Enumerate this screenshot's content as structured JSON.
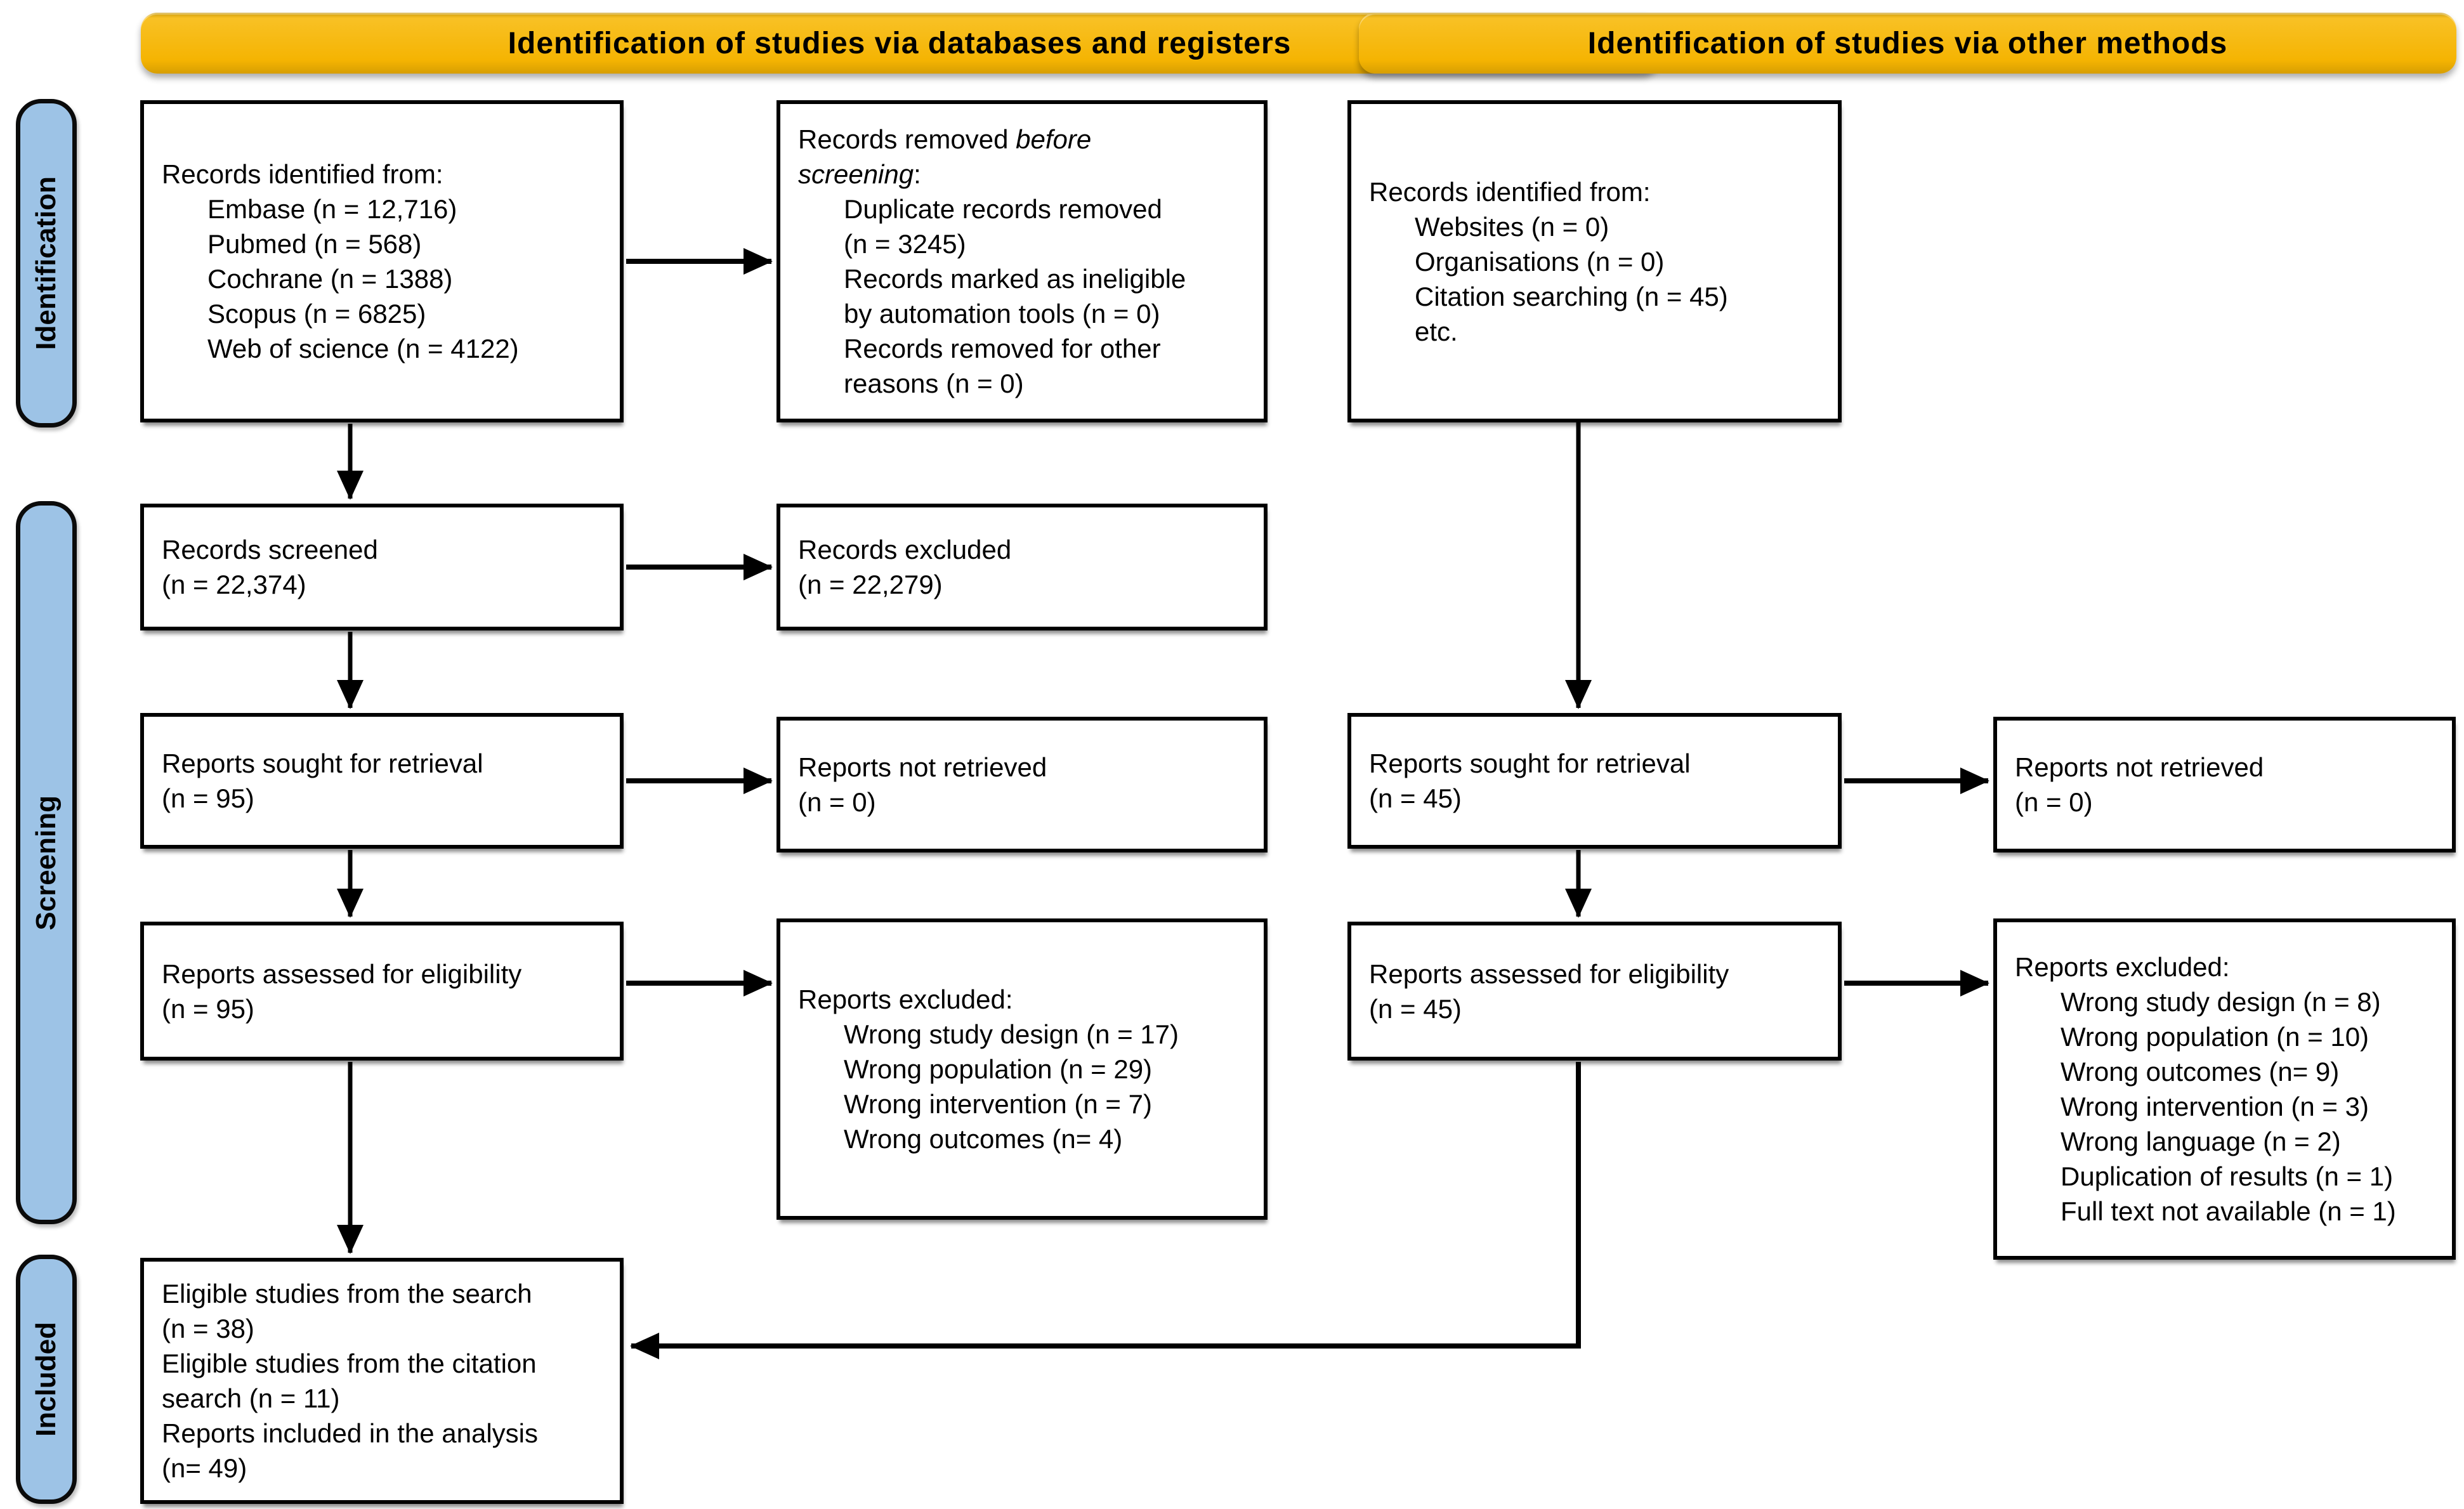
{
  "banners": {
    "databases": "Identification of studies via databases and registers",
    "other": "Identification of studies via other methods"
  },
  "stages": {
    "identification": "Identification",
    "screening": "Screening",
    "included": "Included"
  },
  "boxes": {
    "records_identified_db": {
      "title": "Records identified from:",
      "items": [
        "Embase (n = 12,716)",
        "Pubmed (n = 568)",
        "Cochrane (n = 1388)",
        "Scopus (n = 6825)",
        "Web of science (n = 4122)"
      ]
    },
    "records_removed": {
      "title_prefix": "Records removed ",
      "title_emphasis": "before\nscreening",
      "title_suffix": ":",
      "items": [
        "Duplicate records removed\n(n = 3245)",
        "Records marked as ineligible\nby automation tools (n = 0)",
        "Records removed for other\nreasons (n = 0)"
      ]
    },
    "records_identified_other": {
      "title": "Records identified from:",
      "items": [
        "Websites (n = 0)",
        "Organisations (n = 0)",
        "Citation searching (n = 45)",
        "etc."
      ]
    },
    "records_screened": {
      "lines": [
        "Records screened",
        "(n = 22,374)"
      ]
    },
    "records_excluded": {
      "lines": [
        "Records excluded",
        "(n = 22,279)"
      ]
    },
    "reports_sought_db": {
      "lines": [
        "Reports sought for retrieval",
        "(n = 95)"
      ]
    },
    "reports_not_retrieved_db": {
      "lines": [
        "Reports not retrieved",
        "(n = 0)"
      ]
    },
    "reports_sought_other": {
      "lines": [
        "Reports sought for retrieval",
        "(n = 45)"
      ]
    },
    "reports_not_retrieved_other": {
      "lines": [
        "Reports not retrieved",
        "(n = 0)"
      ]
    },
    "reports_assessed_db": {
      "lines": [
        "Reports assessed for eligibility",
        "(n = 95)"
      ]
    },
    "reports_excluded_db": {
      "title": "Reports excluded:",
      "items": [
        "Wrong study design (n = 17)",
        "Wrong population (n = 29)",
        "Wrong intervention (n = 7)",
        "Wrong outcomes (n= 4)"
      ]
    },
    "reports_assessed_other": {
      "lines": [
        "Reports assessed for eligibility",
        "(n = 45)"
      ]
    },
    "reports_excluded_other": {
      "title": "Reports excluded:",
      "items": [
        "Wrong study design (n = 8)",
        "Wrong population (n = 10)",
        "Wrong outcomes (n= 9)",
        "Wrong intervention (n = 3)",
        "Wrong language (n = 2)",
        "Duplication of results (n = 1)",
        "Full text not available (n = 1)"
      ]
    },
    "included_studies": {
      "lines": [
        "Eligible studies from the search\n(n = 38)",
        "Eligible studies from the citation\nsearch (n = 11)",
        "Reports included in the analysis\n(n= 49)"
      ]
    }
  },
  "colors": {
    "banner_fill": "#F5B402",
    "stage_fill": "#9DC3E6",
    "box_border": "#000000",
    "arrow": "#000000",
    "background": "#FFFFFF"
  }
}
